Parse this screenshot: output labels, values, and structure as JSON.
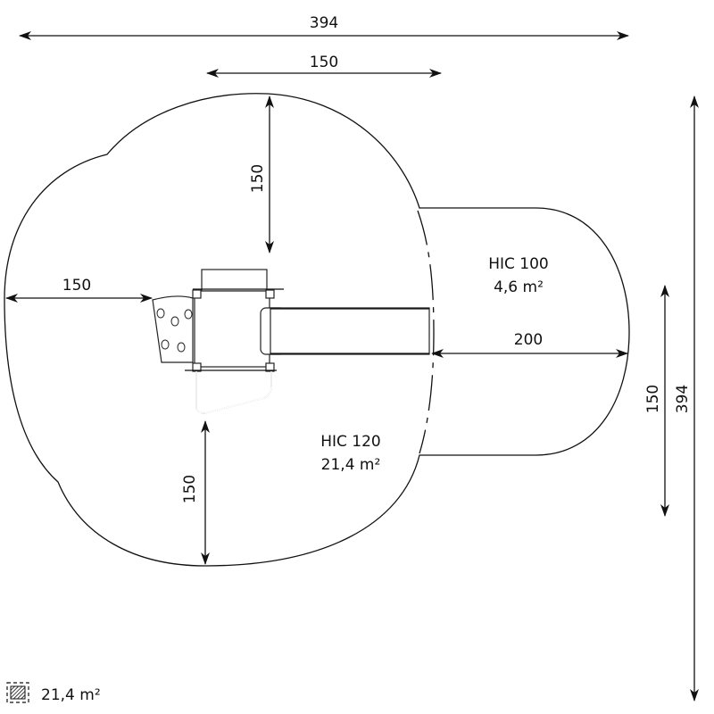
{
  "dimensions": {
    "total_width": "394",
    "top_width": "150",
    "top_depth": "150",
    "left_depth": "150",
    "bottom_depth": "150",
    "slide_zone_length": "200",
    "slide_zone_width": "150",
    "total_height": "394"
  },
  "zones": [
    {
      "label": "HIC 100",
      "area": "4,6 m²"
    },
    {
      "label": "HIC 120",
      "area": "21,4 m²"
    }
  ],
  "legend": {
    "icon": "hatched-area-icon",
    "total_area": "21,4 m²"
  },
  "colors": {
    "line": "#111111",
    "background": "#ffffff"
  }
}
